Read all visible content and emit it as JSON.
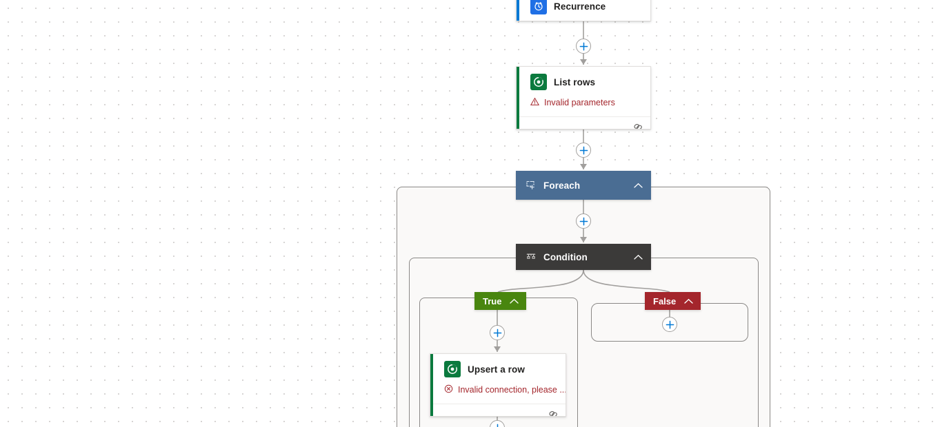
{
  "canvas": {
    "background_color": "#ffffff",
    "dot_color": "#c8c6c4",
    "scope_fill": "#faf9f8",
    "scope_border": "#8a8886",
    "connector_color": "#a19f9d",
    "accent_blue": "#0078d4",
    "error_red": "#a4262c"
  },
  "nodes": {
    "recurrence": {
      "title": "Recurrence",
      "icon": "clock-icon",
      "icon_bg": "#1f6fe5",
      "accent_color": "#0078d4"
    },
    "list_rows": {
      "title": "List rows",
      "icon": "dataverse-icon",
      "icon_bg": "#0b7a3e",
      "accent_color": "#0b7a3e",
      "status": "Invalid parameters",
      "status_icon": "warning-triangle-icon",
      "footer_icon": "chain-link-icon"
    },
    "foreach": {
      "title": "Foreach",
      "icon": "foreach-loop-icon",
      "header_color": "#4a6d93",
      "chevron": "chevron-up-icon"
    },
    "condition": {
      "title": "Condition",
      "icon": "condition-branch-icon",
      "header_color": "#3b3a39",
      "chevron": "chevron-up-icon"
    },
    "branch_true": {
      "title": "True",
      "header_color": "#49860f",
      "chevron": "chevron-up-icon"
    },
    "branch_false": {
      "title": "False",
      "header_color": "#a4262c",
      "chevron": "chevron-up-icon"
    },
    "upsert_row": {
      "title": "Upsert a row",
      "icon": "dataverse-icon",
      "icon_bg": "#0b7a3e",
      "accent_color": "#0b7a3e",
      "status": "Invalid connection, please ...",
      "status_icon": "error-circle-x-icon",
      "footer_icon": "chain-link-icon"
    }
  },
  "add_buttons": {
    "label": "+",
    "names": [
      "add-step-after-recurrence",
      "add-step-after-list-rows",
      "add-step-inside-foreach",
      "add-step-inside-true",
      "add-step-inside-false",
      "add-step-after-upsert"
    ]
  }
}
